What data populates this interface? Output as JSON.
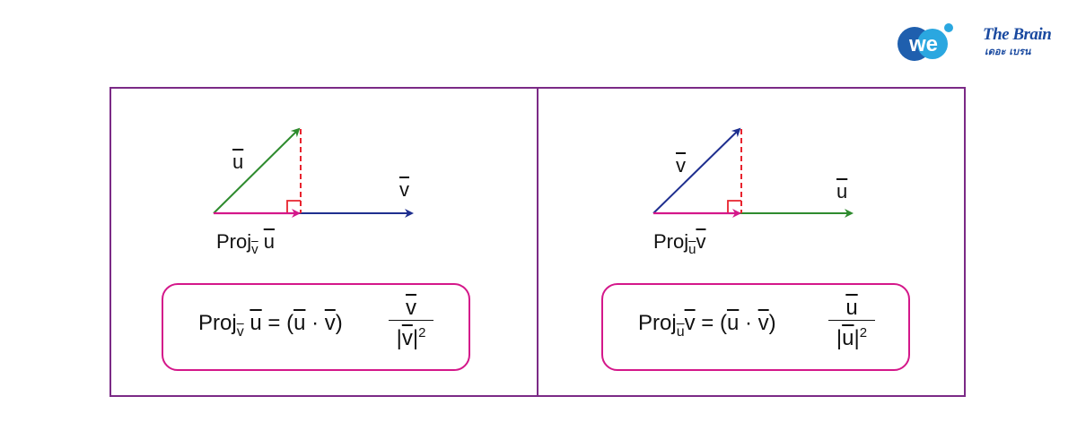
{
  "logos": {
    "we_text": "we",
    "brain_title": "The Brain",
    "brain_subtitle": "เดอะ เบรน"
  },
  "colors": {
    "frame": "#7b2a86",
    "formula_border": "#d4178a",
    "vector_u_left": "#2e8b2e",
    "vector_v_left": "#1f2f8f",
    "projection": "#d4178a",
    "perpendicular": "#e8232e"
  },
  "left_panel": {
    "hyp_label": "u",
    "base_label": "v",
    "proj_prefix": "Proj",
    "proj_sub": "v",
    "proj_of": "u",
    "formula": {
      "lhs_prefix": "Proj",
      "lhs_sub": "v",
      "lhs_of": "u",
      "equals": "=",
      "dot_open": "(",
      "dot_a": "u",
      "dot_op": "·",
      "dot_b": "v",
      "dot_close": ")",
      "numerator": "v",
      "denominator_var": "v",
      "denominator_exp": "2"
    }
  },
  "right_panel": {
    "hyp_label": "v",
    "base_label": "u",
    "proj_prefix": "Proj",
    "proj_sub": "u",
    "proj_of": "v",
    "formula": {
      "lhs_prefix": "Proj",
      "lhs_sub": "u",
      "lhs_of": "v",
      "equals": "=",
      "dot_open": "(",
      "dot_a": "u",
      "dot_op": "·",
      "dot_b": "v",
      "dot_close": ")",
      "numerator": "u",
      "denominator_var": "u",
      "denominator_exp": "2"
    }
  }
}
